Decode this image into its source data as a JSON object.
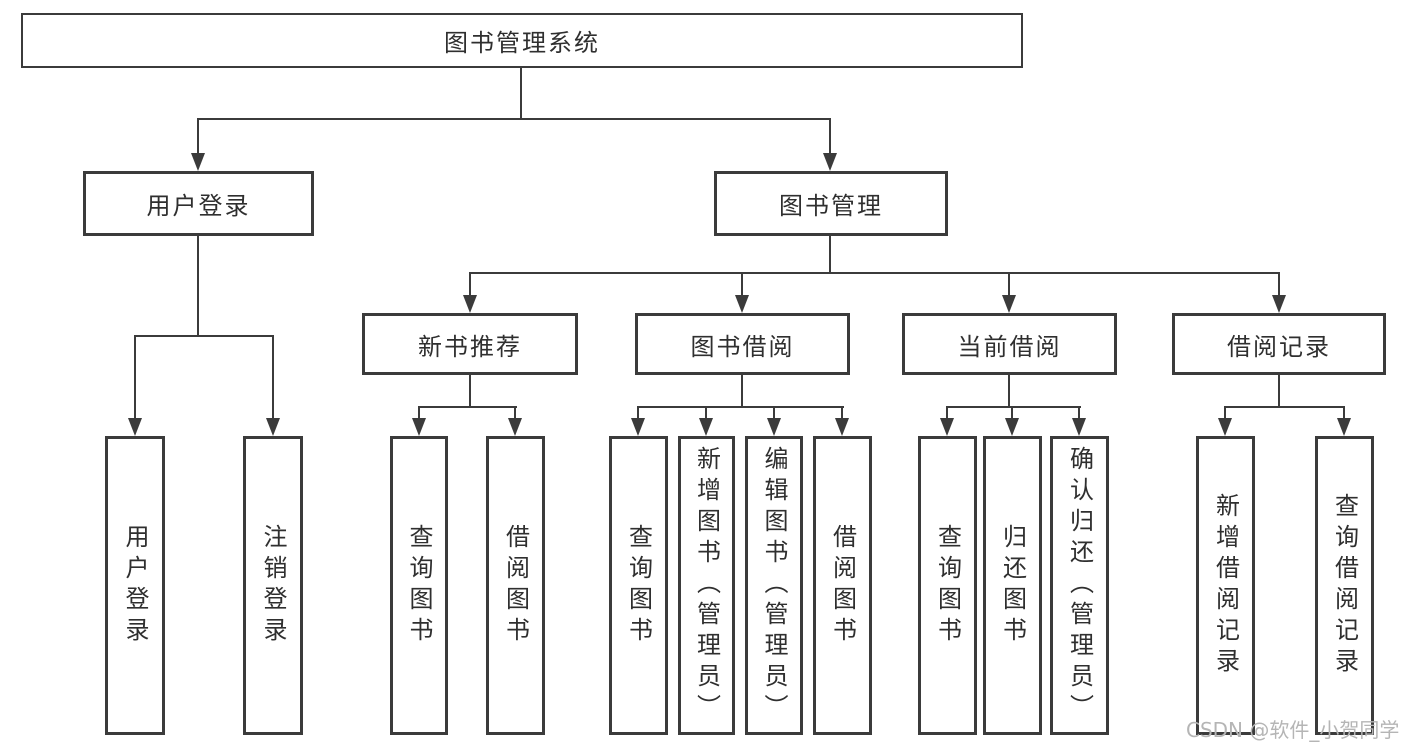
{
  "diagram": {
    "root": {
      "label": "图书管理系统"
    },
    "level2": [
      {
        "label": "用户登录"
      },
      {
        "label": "图书管理"
      }
    ],
    "level3": [
      {
        "label": "新书推荐"
      },
      {
        "label": "图书借阅"
      },
      {
        "label": "当前借阅"
      },
      {
        "label": "借阅记录"
      }
    ],
    "leaves": {
      "user_login": [
        {
          "label": "用户登录"
        },
        {
          "label": "注销登录"
        }
      ],
      "new_book_recommend": [
        {
          "label": "查询图书"
        },
        {
          "label": "借阅图书"
        }
      ],
      "book_borrow": [
        {
          "label": "查询图书"
        },
        {
          "label": "新增图书（管理员）"
        },
        {
          "label": "编辑图书（管理员）"
        },
        {
          "label": "借阅图书"
        }
      ],
      "current_borrow": [
        {
          "label": "查询图书"
        },
        {
          "label": "归还图书"
        },
        {
          "label": "确认归还（管理员）"
        }
      ],
      "borrow_records": [
        {
          "label": "新增借阅记录"
        },
        {
          "label": "查询借阅记录"
        }
      ]
    },
    "watermark": "CSDN @软件_小贺同学",
    "colors": {
      "line": "#3b3b3b",
      "text": "#2f2f2f",
      "background": "#ffffff",
      "watermark": "#b5b5b5"
    }
  }
}
